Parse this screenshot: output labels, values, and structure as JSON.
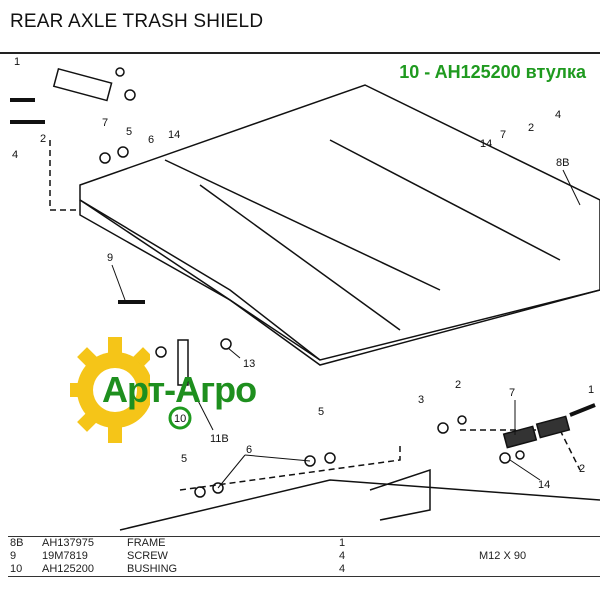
{
  "header": {
    "title": "REAR AXLE TRASH SHIELD",
    "subtitle": "10 - AH125200 втулка"
  },
  "logo": {
    "text": "Арт-Агро"
  },
  "callouts": [
    "1",
    "2",
    "7",
    "5",
    "6",
    "14",
    "4",
    "9",
    "13",
    "10",
    "11B",
    "5",
    "6",
    "5",
    "3",
    "2",
    "7",
    "1",
    "2",
    "14",
    "7",
    "2",
    "4",
    "14",
    "8B"
  ],
  "parts": [
    {
      "ref": "8B",
      "part": "AH137975",
      "name": "FRAME",
      "qty": "1",
      "note": ""
    },
    {
      "ref": "9",
      "part": "19M7819",
      "name": "SCREW",
      "qty": "4",
      "note": "M12 X 90"
    },
    {
      "ref": "10",
      "part": "AH125200",
      "name": "BUSHING",
      "qty": "4",
      "note": ""
    }
  ],
  "colors": {
    "accent": "#1f9a1f",
    "gear": "#f5c518"
  }
}
